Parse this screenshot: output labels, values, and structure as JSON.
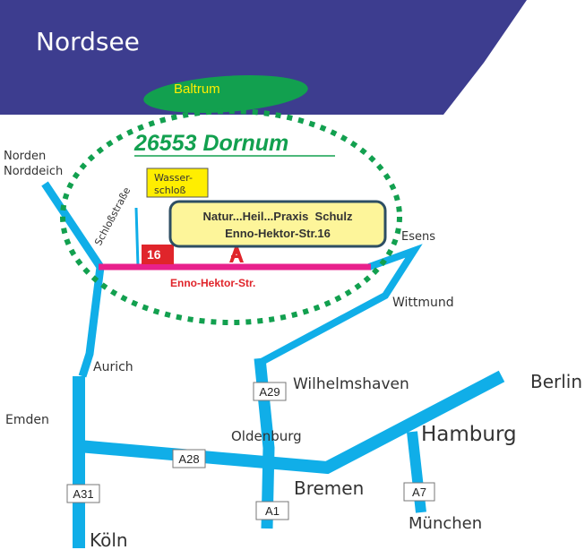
{
  "title": "26553 Dornum",
  "sea": "Nordsee",
  "island": "Baltrum",
  "landmark": {
    "line1": "Wasser-",
    "line2": "schloß"
  },
  "practice": {
    "name": "Natur...Heil...Praxis  Schulz",
    "address": "Enno-Hektor-Str.16"
  },
  "house_number": "16",
  "streets": {
    "main": "Enno-Hektor-Str.",
    "side": "Schloßstraße"
  },
  "cities": {
    "norden": "Norden",
    "norddeich": "Norddeich",
    "esens": "Esens",
    "wittmund": "Wittmund",
    "aurich": "Aurich",
    "wilhelmshaven": "Wilhelmshaven",
    "berlin": "Berlin",
    "emden": "Emden",
    "oldenburg": "Oldenburg",
    "hamburg": "Hamburg",
    "bremen": "Bremen",
    "muenchen": "München",
    "koeln": "Köln"
  },
  "highways": {
    "a29": "A29",
    "a28": "A28",
    "a31": "A31",
    "a1": "A1",
    "a7": "A7"
  },
  "colors": {
    "sea": "#3d3d8f",
    "road": "#10aee8",
    "green": "#12a04f",
    "street": "#e8218c",
    "label_yellow": "#ffee00",
    "box_yellow": "#fdf59a",
    "number_red": "#e0252b"
  }
}
